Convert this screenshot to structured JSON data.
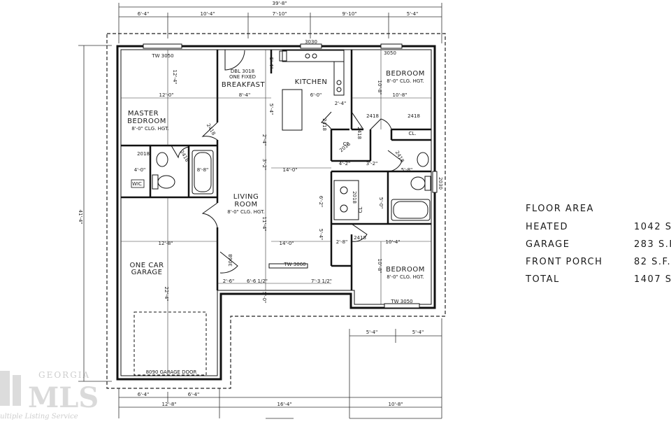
{
  "plan": {
    "overall_dim_top": "39'-8\"",
    "overall_dim_left": "41'-4\"",
    "top_dims": [
      "6'-4\"",
      "10'-4\"",
      "7'-10\"",
      "9'-10\"",
      "5'-4\""
    ],
    "bottom_dims": [
      "6'-4\"",
      "6'-4\"",
      "12'-8\"",
      "16'-4\"",
      "10'-8\""
    ],
    "porch_dims": [
      "5'-4\"",
      "5'-4\""
    ],
    "rooms": {
      "master": {
        "name": "MASTER",
        "name2": "BEDROOM",
        "ceiling": "8'-0\" CLG. HGT.",
        "dim_v": "12'-4\"",
        "dim_h": "12'-0\"",
        "window": "TW 3050"
      },
      "breakfast": {
        "note1": "DBL 3018",
        "note2": "ONE FIXED",
        "name": "BREAKFAST",
        "dim_h": "8'-4\"",
        "dim_v": "5'-4\""
      },
      "kitchen": {
        "name": "KITCHEN",
        "window": "3030",
        "dim_h": "6'-0\"",
        "dim_v": "5'-4\""
      },
      "bedroom2": {
        "name": "BEDROOM",
        "ceiling": "8'-0\" CLG. HGT.",
        "dim_v": "10'-8\"",
        "dim_h": "10'-8\"",
        "window": "3050"
      },
      "living": {
        "name": "LIVING",
        "name2": "ROOM",
        "ceiling": "8'-0\" CLG. HGT.",
        "dim_h": "14'-0\"",
        "dim_h2": "14'-0\"",
        "dim_v": "11'-4\"",
        "window": "TW 3060",
        "door": "3068"
      },
      "garage": {
        "name": "ONE CAR",
        "name2": "GARAGE",
        "dim_h": "12'-8\"",
        "dim_v": "22'-4\"",
        "door": "8090 GARAGE DOOR"
      },
      "bedroom3": {
        "name": "BEDROOM",
        "ceiling": "8'-0\" CLG. HGT.",
        "dim_v": "10'-8\"",
        "dim_h": "10'-4\"",
        "window": "TW 3050"
      },
      "wic": {
        "name": "WIC",
        "dim_h": "4'-0\""
      },
      "bath1": {
        "dim": "8'-8\"",
        "door": "2418",
        "door2": "2018"
      },
      "bath2": {
        "dim": "5'-8\"",
        "window": "2030"
      },
      "closets": {
        "cl1": "CL",
        "cl2": "CL.",
        "cl3": "CL"
      },
      "misc_dims": [
        "2'-4\"",
        "4'-2\"",
        "3'-2\"",
        "3'-2\"",
        "2'-4\"",
        "6'-2\"",
        "5'-4\"",
        "2'-8\"",
        "5'-0\"",
        "2'-6\"",
        "6'-6 1/2\"",
        "7'-3 1/2\"",
        "5'-0\""
      ],
      "doors": [
        "2418",
        "2418",
        "2418",
        "2418",
        "2418",
        "2418",
        "2018",
        "2018",
        "2418"
      ]
    }
  },
  "floor_area": {
    "title": "FLOOR AREA",
    "rows": [
      {
        "label": "HEATED",
        "value": "1042 S."
      },
      {
        "label": "GARAGE",
        "value": "283 S.F"
      },
      {
        "label": "FRONT PORCH",
        "value": "82 S.F."
      },
      {
        "label": "TOTAL",
        "value": "1407 S."
      }
    ]
  },
  "watermark": {
    "line1": "GEORGIA",
    "line2": "MLS",
    "line3": "ultiple Listing Service"
  }
}
